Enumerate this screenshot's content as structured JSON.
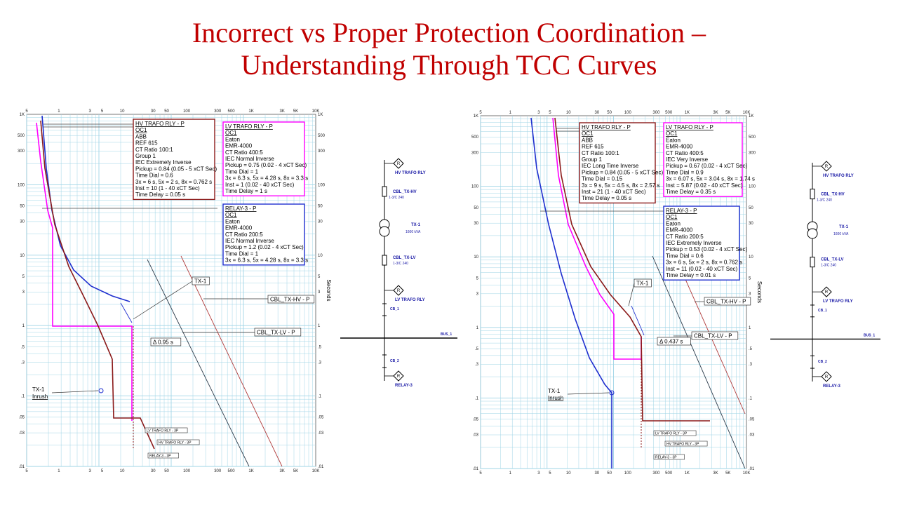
{
  "title": {
    "line1": "Incorrect vs Proper Protection Coordination –",
    "line2": "Understanding Through TCC Curves"
  },
  "axis": {
    "x_ticks": [
      "5",
      "1",
      "3",
      "5",
      "10",
      "30",
      "50",
      "100",
      "300",
      "500",
      "1K",
      "3K",
      "5K",
      "10K"
    ],
    "y_ticks": [
      "1K",
      "500",
      "300",
      "100",
      "50",
      "30",
      "10",
      "5",
      "3",
      "1",
      ".5",
      ".3",
      ".1",
      ".05",
      ".03",
      ".01"
    ],
    "y_title": "Seconds"
  },
  "left_chart": {
    "hv_box": [
      "HV TRAFO RLY - P",
      "OC1",
      "ABB",
      "REF 615",
      "CT Ratio 100:1",
      "Group 1",
      "IEC Extremely Inverse",
      "Pickup = 0.84 (0.05 - 5  xCT Sec)",
      "Time Dial = 0.6",
      "3x = 6 s, 5x = 2 s, 8x = 0.762 s",
      "Inst = 10 (1 - 40  xCT Sec)",
      "Time Delay = 0.05 s"
    ],
    "lv_box": [
      "LV TRAFO RLY - P",
      "OC1",
      "Eaton",
      "EMR-4000",
      "CT Ratio 400:5",
      "IEC Normal Inverse",
      "Pickup = 0.75 (0.02 - 4  xCT Sec)",
      "Time Dial = 1",
      "3x = 6.3 s, 5x = 4.28 s, 8x = 3.3 s",
      "Inst = 1 (0.02 - 40  xCT Sec)",
      "Time Delay = 1 s"
    ],
    "relay_box": [
      "RELAY-3 - P",
      "OC1",
      "Eaton",
      "EMR-4000",
      "CT Ratio 200:5",
      "IEC Normal Inverse",
      "Pickup = 1.2 (0.02 - 4  xCT Sec)",
      "Time Dial = 1",
      "3x = 6.3 s, 5x = 4.28 s, 8x = 3.3 s"
    ],
    "tx_label": "TX-1",
    "cbl_hv": "CBL_TX-HV - P",
    "cbl_lv": "CBL_TX-LV - P",
    "delta": "Δ 0.95 s",
    "inrush": [
      "TX-1",
      "Inrush"
    ],
    "tag_lv": "LV TRAFO RLY - 3P",
    "tag_hv": "HV TRAFO RLY - 3P",
    "tag_relay": "RELAY-3 - 3P"
  },
  "right_chart": {
    "hv_box": [
      "HV TRAFO RLY - P",
      "OC1",
      "ABB",
      "REF 615",
      "CT Ratio 100:1",
      "Group 1",
      "IEC Long Time Inverse",
      "Pickup = 0.84 (0.05 - 5  xCT Sec)",
      "Time Dial = 0.15",
      "3x = 9 s, 5x = 4.5 s, 8x = 2.57 s",
      "Inst = 21 (1 - 40  xCT Sec)",
      "Time Delay = 0.05 s"
    ],
    "lv_box": [
      "LV TRAFO RLY - P",
      "OC1",
      "Eaton",
      "EMR-4000",
      "CT Ratio 400:5",
      "IEC Very Inverse",
      "Pickup = 0.67 (0.02 - 4  xCT Sec)",
      "Time Dial = 0.9",
      "3x = 6.07 s, 5x = 3.04 s, 8x = 1.74 s",
      "Inst = 5.87 (0.02 - 40  xCT Sec)",
      "Time Delay = 0.35 s"
    ],
    "relay_box": [
      "RELAY-3 - P",
      "OC1",
      "Eaton",
      "EMR-4000",
      "CT Ratio 200:5",
      "IEC Extremely Inverse",
      "Pickup = 0.53 (0.02 - 4  xCT Sec)",
      "Time Dial = 0.6",
      "3x = 6 s, 5x = 2 s, 8x = 0.762 s",
      "Inst = 11 (0.02 - 40  xCT Sec)",
      "Time Delay = 0.01 s"
    ],
    "tx_label": "TX-1",
    "cbl_hv": "CBL_TX-HV - P",
    "cbl_lv": "CBL_TX-LV - P",
    "delta": "Δ 0.437 s",
    "inrush": [
      "TX-1",
      "Inrush"
    ],
    "tag_lv": "LV TRAFO RLY - 3P",
    "tag_hv": "HV TRAFO RLY - 3P",
    "tag_relay": "RELAY-3 - 3P"
  },
  "single_line": {
    "hv_relay": "HV TRAFO RLY",
    "cbl_hv": "CBL_TX-HV",
    "cbl_hv_spec": "1-3/C 240",
    "tx": "TX-1",
    "tx_rating": "1600 kVA",
    "cbl_lv": "CBL_TX-LV",
    "cbl_lv_spec": "1-3/C 240",
    "lv_relay": "LV TRAFO RLY",
    "cb1": "CB_1",
    "bus": "BUS_1",
    "cb2": "CB_2",
    "relay3": "RELAY-3"
  },
  "colors": {
    "title": "#c00000",
    "hv_curve": "#8b1a1a",
    "lv_curve": "#ff00ff",
    "relay_curve": "#1f2fcf",
    "grid": "#9fd4e6",
    "sld_text": "#1a1aa6"
  }
}
